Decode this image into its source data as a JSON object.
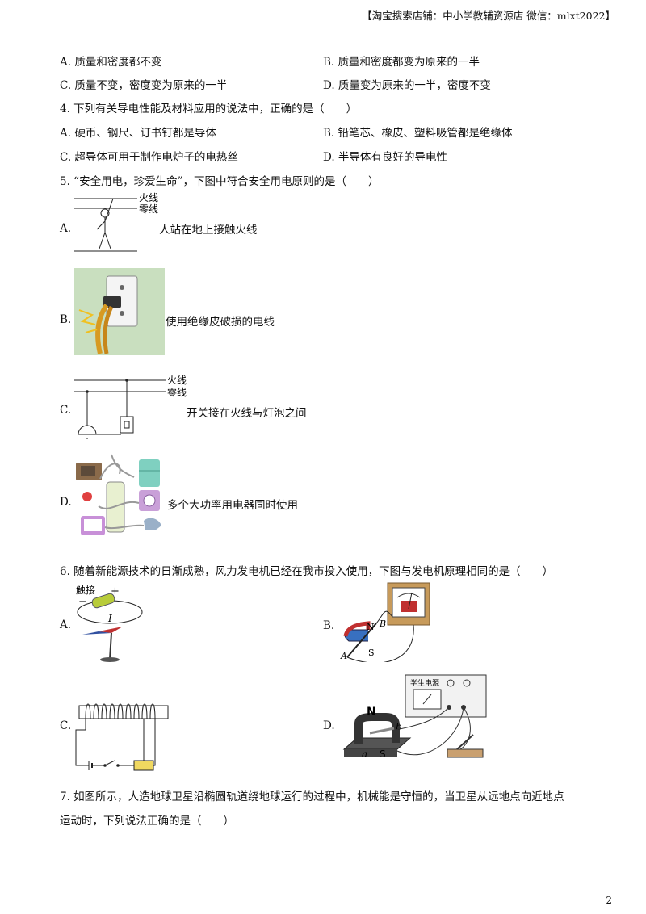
{
  "header": "【淘宝搜索店铺：中小学教辅资源店 微信：mlxt2022】",
  "q3": {
    "a": "A. 质量和密度都不变",
    "b": "B. 质量和密度都变为原来的一半",
    "c": "C. 质量不变，密度变为原来的一半",
    "d": "D. 质量变为原来的一半，密度不变"
  },
  "q4": {
    "stem": "4. 下列有关导电性能及材料应用的说法中，正确的是（　　）",
    "a": "A. 硬币、钢尺、订书钉都是导体",
    "b": "B. 铅笔芯、橡皮、塑料吸管都是绝缘体",
    "c": "C. 超导体可用于制作电炉子的电热丝",
    "d": "D. 半导体有良好的导电性"
  },
  "q5": {
    "stem": "5. “安全用电，珍爱生命”，下图中符合安全用电原则的是（　　）",
    "a_label": "A.",
    "a_fire": "火线",
    "a_zero": "零线",
    "a_caption": "人站在地上接触火线",
    "b_label": "B.",
    "b_caption": "使用绝缘皮破损的电线",
    "c_label": "C.",
    "c_fire": "火线",
    "c_zero": "零线",
    "c_caption": "开关接在火线与灯泡之间",
    "d_label": "D.",
    "d_caption": "多个大功率用电器同时使用"
  },
  "q6": {
    "stem": "6. 随着新能源技术的日渐成熟，风力发电机已经在我市投入使用，下图与发电机原理相同的是（　　）",
    "a_label": "A.",
    "a_touch": "触接",
    "a_plus": "+",
    "a_minus": "−",
    "a_i": "I",
    "b_label": "B.",
    "b_n": "N",
    "b_s": "S",
    "b_a": "A",
    "b_b": "B",
    "c_label": "C.",
    "d_label": "D.",
    "d_n": "N",
    "d_s": "S",
    "d_a": "a",
    "d_b": "b",
    "d_box": "学生电源"
  },
  "q7": {
    "line1": "7. 如图所示，人造地球卫星沿椭圆轨道绕地球运行的过程中，机械能是守恒的，当卫星从远地点向近地点",
    "line2": "运动时，下列说法正确的是（　　）"
  },
  "page_number": "2"
}
